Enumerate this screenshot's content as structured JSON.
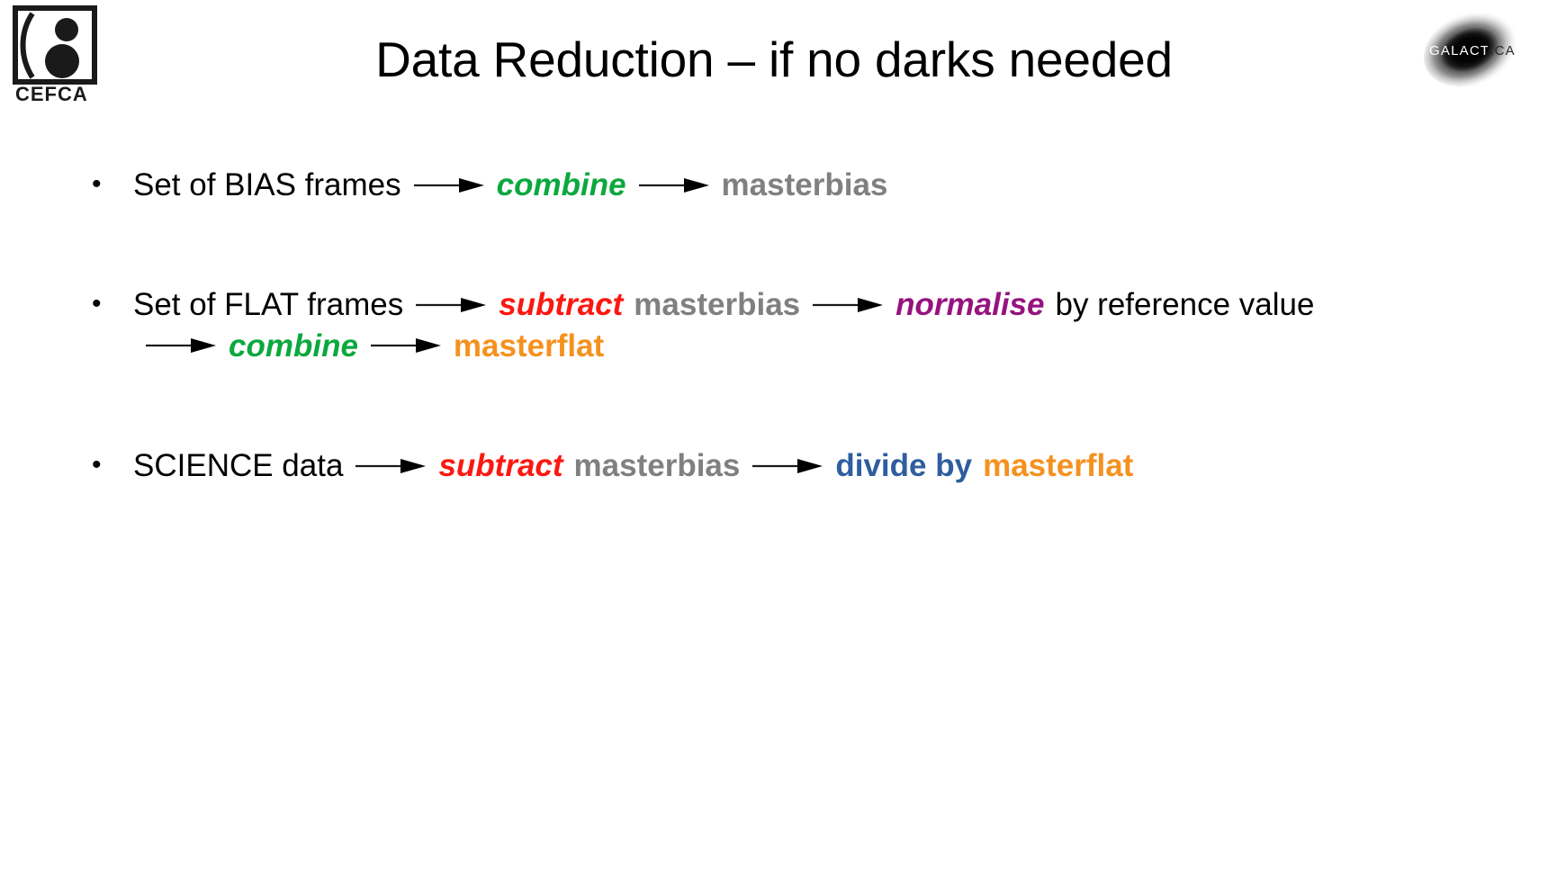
{
  "slide": {
    "title": "Data Reduction – if no darks needed",
    "background_color": "#ffffff"
  },
  "logos": {
    "left": {
      "name": "cefca-logo",
      "wordmark": "CEFCA"
    },
    "right": {
      "name": "galactica-logo",
      "wordmark": "GALACTICA"
    }
  },
  "colors": {
    "green": "#0BA83E",
    "gray": "#808080",
    "red": "#FB1811",
    "purple": "#96137F",
    "orange": "#F5911E",
    "blue": "#2F5D9E",
    "black": "#000000"
  },
  "bullets": [
    {
      "marker": "•",
      "lines": [
        {
          "segments": [
            {
              "text": "Set of BIAS frames",
              "style": "plain",
              "color": "black"
            },
            {
              "text": "arrow",
              "style": "arrow"
            },
            {
              "text": "combine",
              "style": "bolditl",
              "color": "green"
            },
            {
              "text": "arrow",
              "style": "arrow"
            },
            {
              "text": "masterbias",
              "style": "bold",
              "color": "gray"
            }
          ]
        }
      ]
    },
    {
      "marker": "•",
      "lines": [
        {
          "segments": [
            {
              "text": "Set of FLAT frames",
              "style": "plain",
              "color": "black"
            },
            {
              "text": "arrow",
              "style": "arrow"
            },
            {
              "text": "subtract",
              "style": "bolditl",
              "color": "red"
            },
            {
              "text": "masterbias",
              "style": "bold",
              "color": "gray"
            },
            {
              "text": "arrow",
              "style": "arrow"
            },
            {
              "text": "normalise",
              "style": "bolditl",
              "color": "purple"
            },
            {
              "text": "by reference value",
              "style": "plain",
              "color": "black"
            }
          ]
        },
        {
          "segments": [
            {
              "text": "arrow",
              "style": "arrow"
            },
            {
              "text": "combine",
              "style": "bolditl",
              "color": "green"
            },
            {
              "text": "arrow",
              "style": "arrow"
            },
            {
              "text": "masterflat",
              "style": "bold",
              "color": "orange"
            }
          ]
        }
      ]
    },
    {
      "marker": "•",
      "lines": [
        {
          "segments": [
            {
              "text": "SCIENCE data",
              "style": "plain",
              "color": "black"
            },
            {
              "text": "arrow",
              "style": "arrow"
            },
            {
              "text": "subtract",
              "style": "bolditl",
              "color": "red"
            },
            {
              "text": "masterbias",
              "style": "bold",
              "color": "gray"
            },
            {
              "text": "arrow",
              "style": "arrow"
            },
            {
              "text": "divide by",
              "style": "bold",
              "color": "blue"
            },
            {
              "text": "masterflat",
              "style": "bold",
              "color": "orange"
            }
          ]
        }
      ]
    }
  ]
}
